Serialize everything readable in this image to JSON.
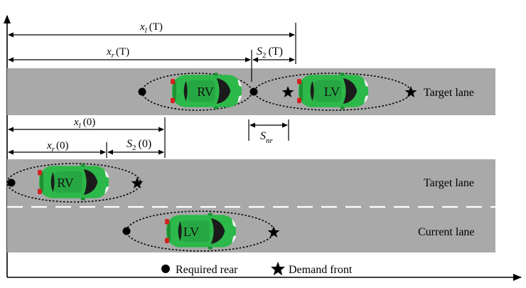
{
  "dimensions": {
    "xl_T": {
      "var": "x",
      "sub": "l",
      "arg": "(T)"
    },
    "xr_T": {
      "var": "x",
      "sub": "r",
      "arg": "(T)"
    },
    "s2_T": {
      "var": "S",
      "sub": "2",
      "arg": "(T)"
    },
    "snr": {
      "var": "S",
      "sub": "nr"
    },
    "xl_0": {
      "var": "x",
      "sub": "l",
      "arg": "(0)"
    },
    "xr_0": {
      "var": "x",
      "sub": "r",
      "arg": "(0)"
    },
    "s2_0": {
      "var": "S",
      "sub": "2",
      "arg": "(0)"
    }
  },
  "lanes": {
    "top": "Target lane",
    "middle": "Target lane",
    "bottom": "Current lane"
  },
  "cars": {
    "rv": "RV",
    "lv": "LV"
  },
  "legend": {
    "rear": "Required rear",
    "front": "Demand front"
  },
  "colors": {
    "road": "#a9a9a9",
    "car_body": "#2db84a",
    "car_dark": "#1e8f33",
    "window": "#1b1b1b",
    "marking": "#ffffff"
  }
}
